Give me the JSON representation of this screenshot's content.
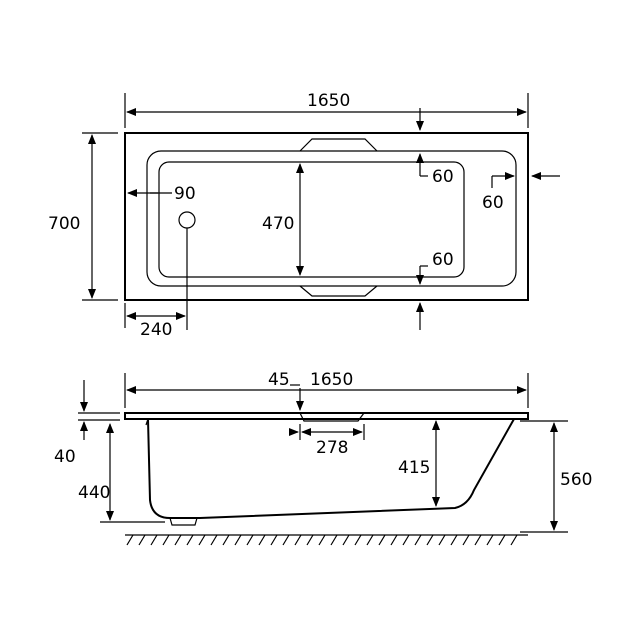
{
  "plan_view": {
    "overall_length": "1650",
    "overall_width": "700",
    "inner_width": "470",
    "offset_top": "60",
    "offset_right": "60",
    "offset_bottom": "60",
    "edge_to_waste": "90",
    "waste_position": "240"
  },
  "side_view": {
    "overall_length": "1650",
    "angle_mark": "45",
    "handle_width": "278",
    "rim_thickness": "40",
    "depth_to_floor": "440",
    "internal_depth": "415",
    "overall_height": "560"
  }
}
